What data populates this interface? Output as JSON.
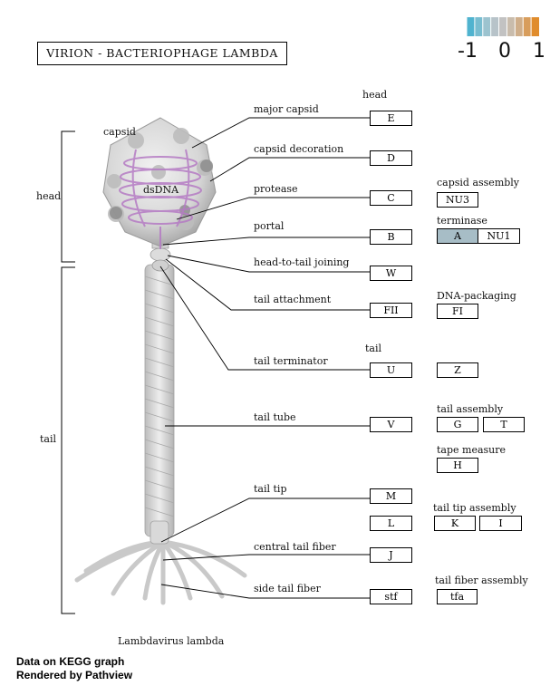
{
  "title": "VIRION  -  BACTERIOPHAGE  LAMBDA",
  "legend": {
    "min_label": "-1",
    "mid_label": "0",
    "max_label": "1",
    "colors": [
      "#4fb3cf",
      "#78bdd0",
      "#9cc3cf",
      "#b7c3c9",
      "#c2c2c2",
      "#c9bcac",
      "#cfae8a",
      "#d89d5c",
      "#e08c2c"
    ]
  },
  "brackets": {
    "head": "head",
    "tail": "tail"
  },
  "structure_labels": {
    "capsid": "capsid",
    "dsdna": "dsDNA",
    "organism": "Lambdavirus lambda"
  },
  "parts": {
    "major_capsid": "major capsid",
    "capsid_decoration": "capsid decoration",
    "protease": "protease",
    "portal": "portal",
    "head_to_tail": "head-to-tail joining",
    "tail_attachment": "tail attachment",
    "tail_terminator": "tail terminator",
    "tail_tube": "tail tube",
    "tail_tip": "tail tip",
    "central_tail_fiber": "central tail fiber",
    "side_tail_fiber": "side tail fiber"
  },
  "group_labels": {
    "head": "head",
    "tail": "tail",
    "capsid_assembly": "capsid assembly",
    "terminase": "terminase",
    "dna_packaging": "DNA-packaging",
    "tail_assembly": "tail assembly",
    "tape_measure": "tape measure",
    "tail_tip_assembly": "tail tip assembly",
    "tail_fiber_assembly": "tail fiber assembly"
  },
  "genes": {
    "E": "E",
    "D": "D",
    "C": "C",
    "B": "B",
    "W": "W",
    "FII": "FII",
    "U": "U",
    "V": "V",
    "M": "M",
    "L": "L",
    "J": "J",
    "stf": "stf",
    "NU3": "NU3",
    "A": "A",
    "NU1": "NU1",
    "FI": "FI",
    "Z": "Z",
    "G": "G",
    "T": "T",
    "H": "H",
    "K": "K",
    "I": "I",
    "tfa": "tfa"
  },
  "gene_colors": {
    "A": "#a7bdc6"
  },
  "footer": {
    "line1": "Data on KEGG graph",
    "line2": "Rendered by Pathview"
  }
}
